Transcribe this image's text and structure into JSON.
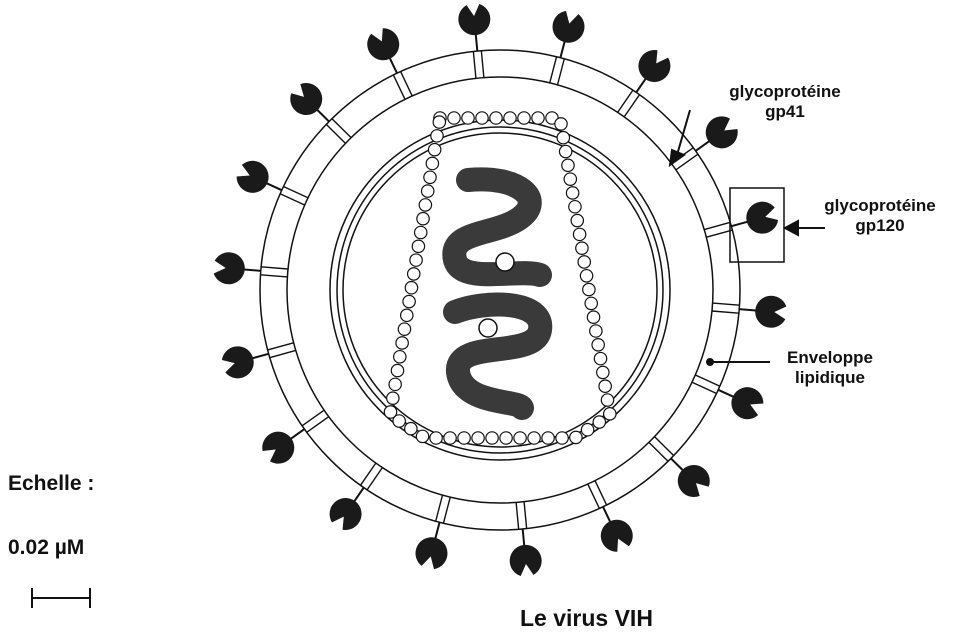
{
  "diagram": {
    "caption": "Le virus VIH",
    "scale": {
      "title": "Echelle :",
      "value": "0.02 µM"
    },
    "labels": {
      "gp41": {
        "line1": "glycoprotéine",
        "line2": "gp41"
      },
      "gp120": {
        "line1": "glycoprotéine",
        "line2": "gp120"
      },
      "envelope": {
        "line1": "Enveloppe",
        "line2": "lipidique"
      }
    },
    "colors": {
      "ink": "#111111",
      "protein": "#1a1a1a",
      "rna": "#3a3a3a",
      "background": "#ffffff"
    }
  }
}
